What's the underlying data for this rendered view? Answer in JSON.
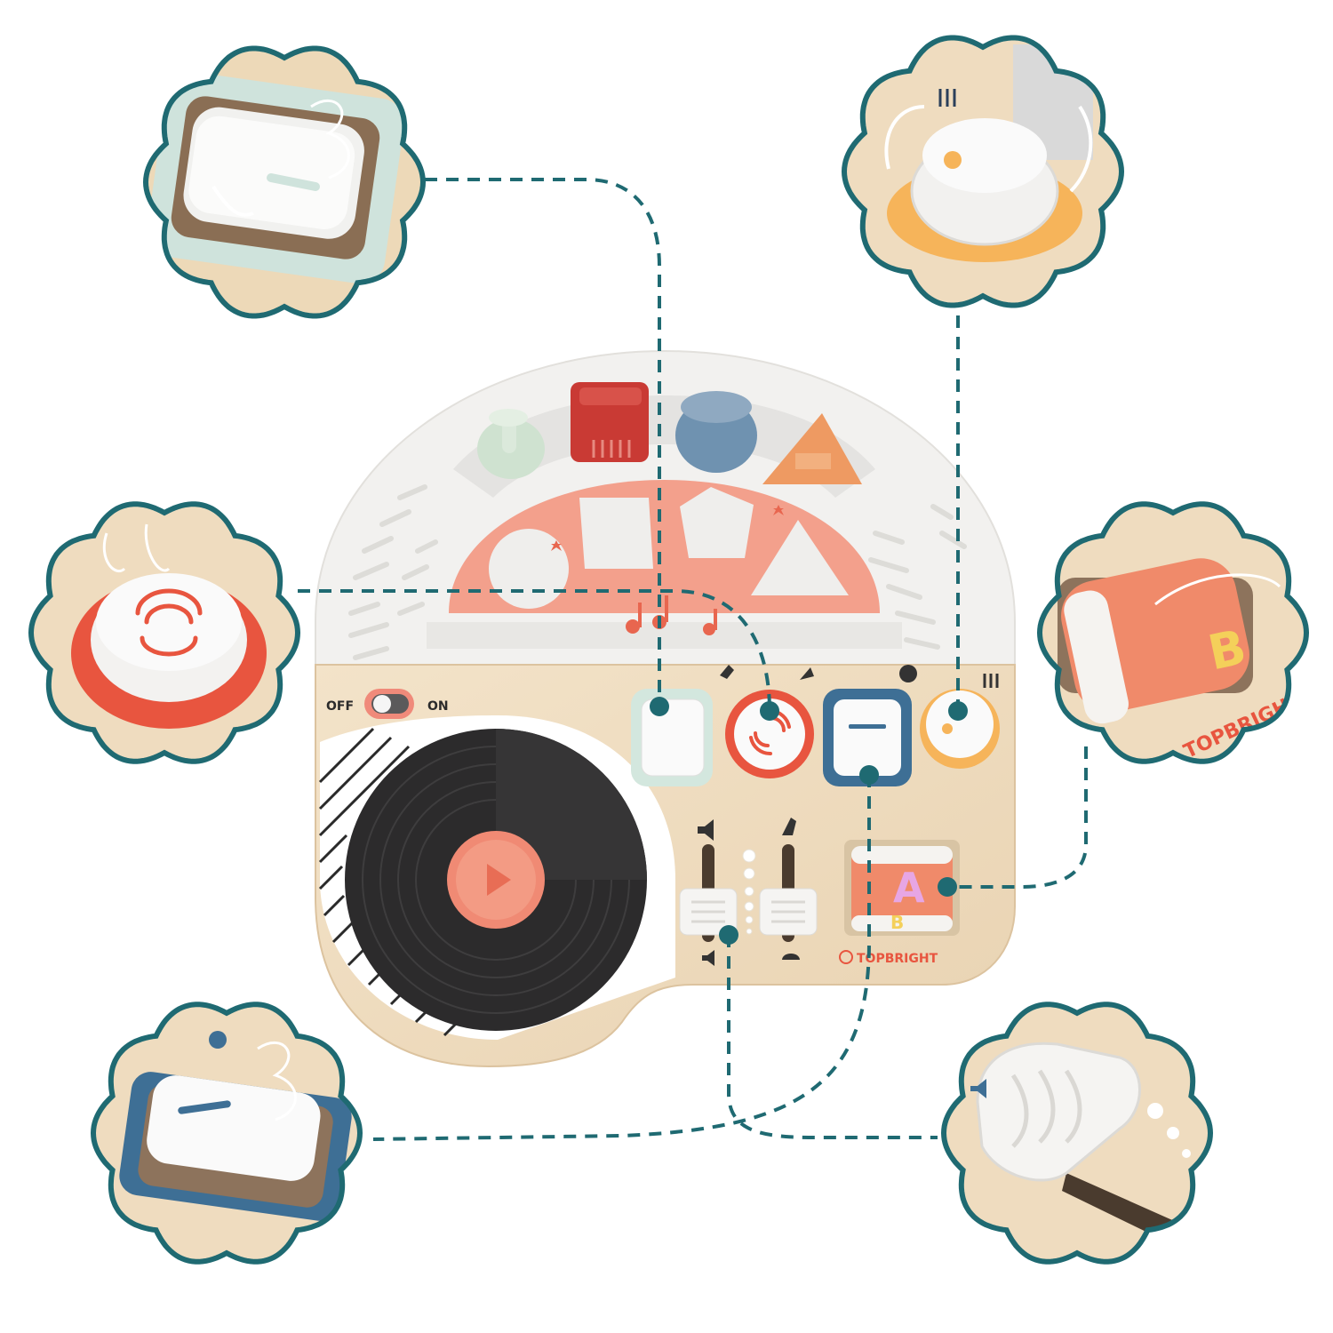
{
  "toy": {
    "brand": "TOPBRIGHT",
    "switch_off_label": "OFF",
    "switch_on_label": "ON",
    "roller_letter_a": "A",
    "roller_letter_b": "B"
  },
  "zoom_callouts": {
    "roller_brand": "TOPBRIGHT",
    "roller_letter_b": "B"
  },
  "colors": {
    "connector_line": "#1f6a72",
    "callout_border": "#1f6a72",
    "wood": "#efdcbf",
    "white_shell": "#f1f0ee",
    "coral": "#f08a76",
    "red_ring": "#e8553f",
    "blue_ring": "#3e6f95",
    "mint_ring": "#cfe4dc",
    "orange_ring": "#f6b45a",
    "record_black": "#2c2b2c"
  }
}
